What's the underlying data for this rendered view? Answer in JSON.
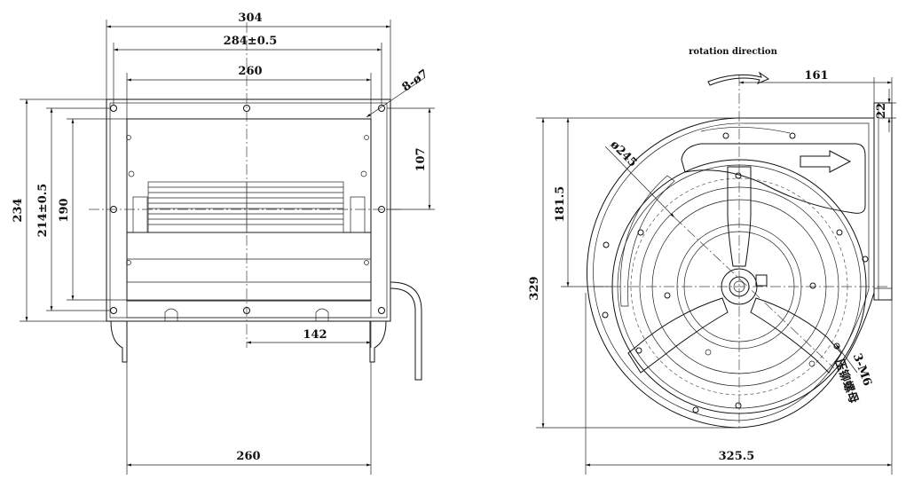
{
  "front_view": {
    "dims": {
      "overall_width": "304",
      "hole_spacing": "284±0.5",
      "top_width": "260",
      "hole_callout": "8-ø7",
      "overall_height": "234",
      "hole_height": "214±0.5",
      "inner_height": "190",
      "offset_107": "107",
      "offset_142": "142",
      "bottom_width": "260"
    }
  },
  "side_view": {
    "labels": {
      "rotation_direction": "rotation direction"
    },
    "dims": {
      "offset_161": "161",
      "flange_22": "22",
      "diameter": "ø245",
      "center_height": "181.5",
      "overall_height": "329",
      "overall_width": "325.5",
      "thread_callout": "3-M6",
      "thread_note": "压铆螺母"
    }
  }
}
